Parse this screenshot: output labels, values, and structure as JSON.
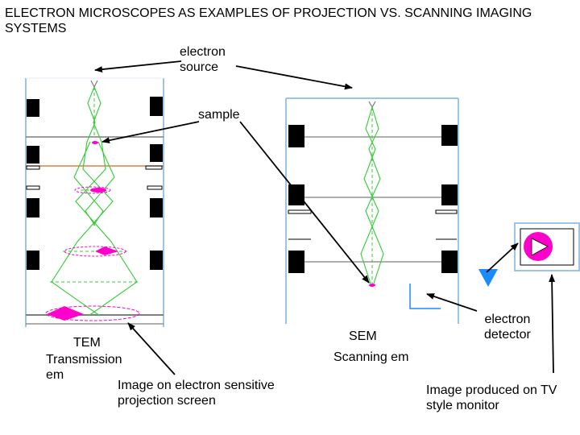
{
  "title": "ELECTRON MICROSCOPES AS EXAMPLES OF PROJECTION VS. SCANNING IMAGING SYSTEMS",
  "labels": {
    "electron_source": "electron\nsource",
    "sample": "sample",
    "tem": "TEM",
    "transmission_em": "Transmission\nem",
    "tem_screen": "Image on electron sensitive\nprojection screen",
    "sem": "SEM",
    "scanning_em": "Scanning em",
    "electron_detector": "electron\ndetector",
    "tv_monitor": "Image produced on TV\nstyle monitor"
  },
  "colors": {
    "frame": "#9dc3e6",
    "beam": "#33cc33",
    "specimen": "#ff00cc",
    "detector": "#1a8cff",
    "lens": "#000000",
    "plane": "#7f7f7f",
    "sample_plane": "#d2691e"
  }
}
